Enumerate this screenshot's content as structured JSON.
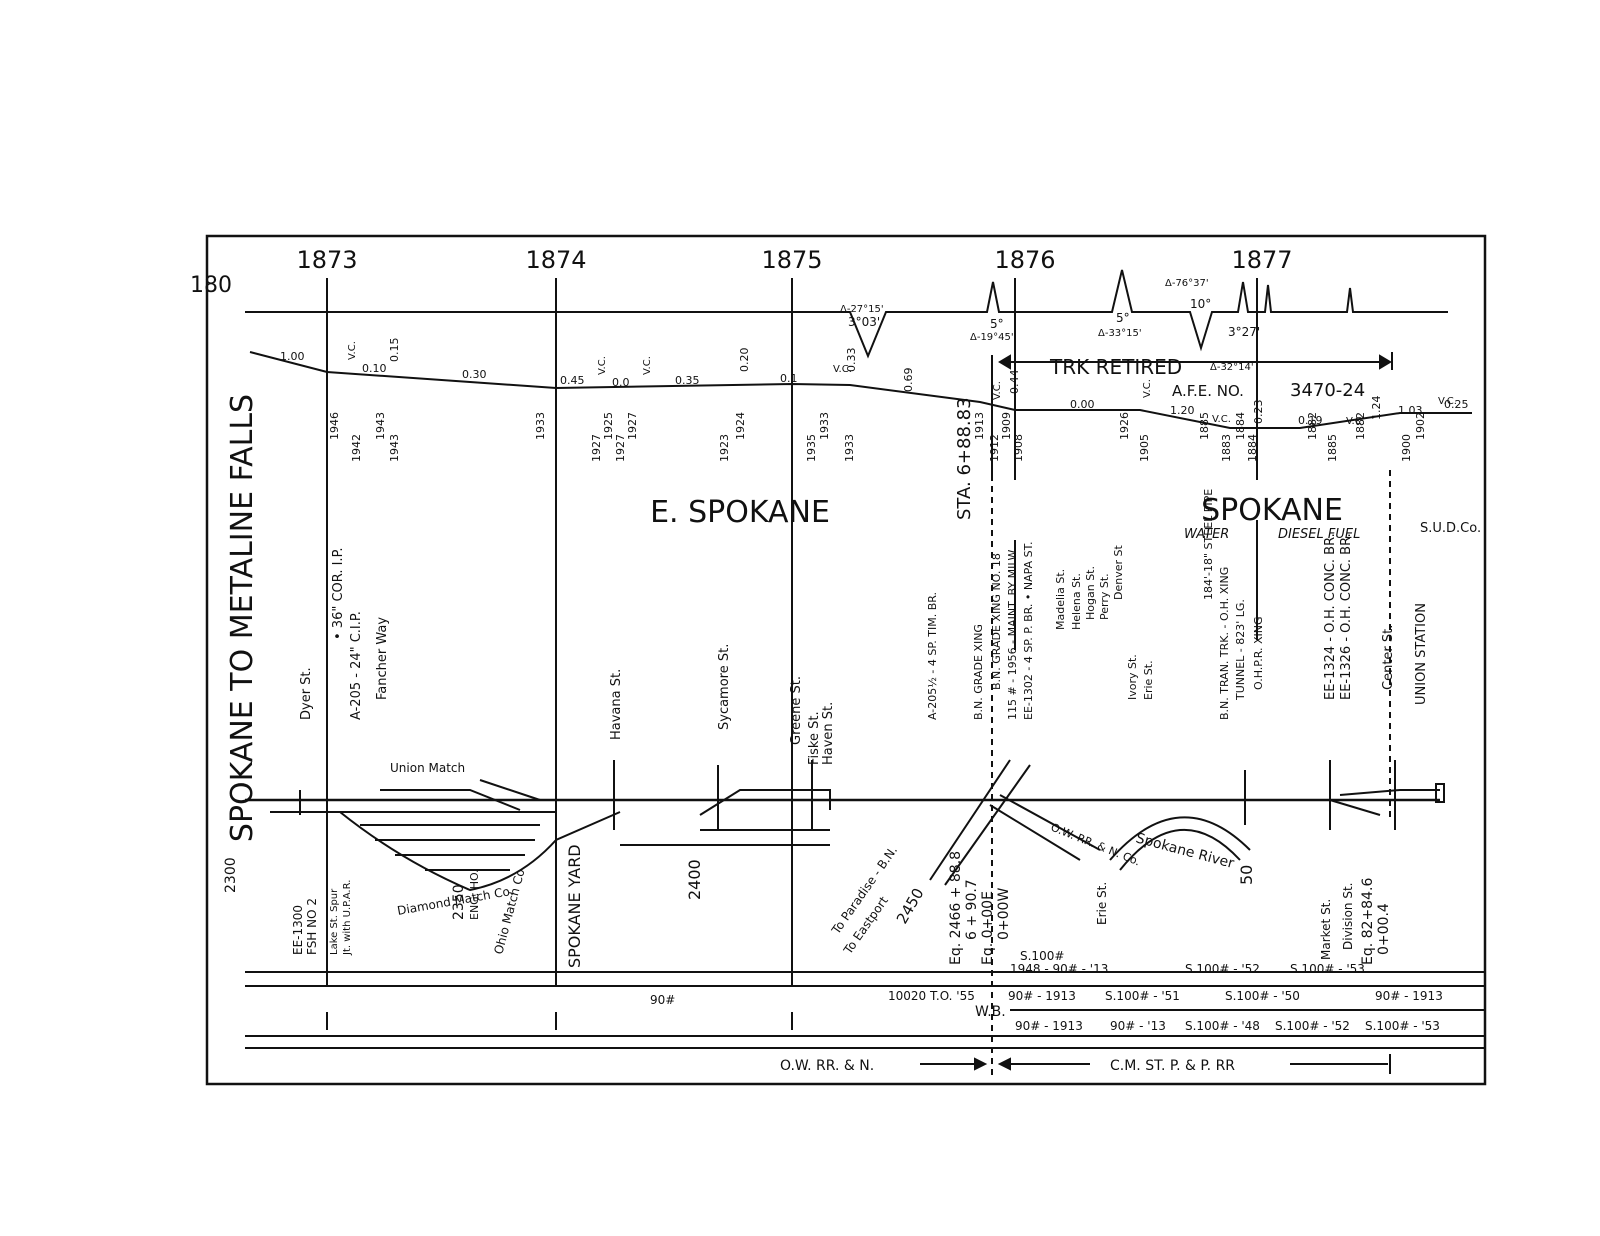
{
  "title": "SPOKANE TO METALINE FALLS",
  "stations": [
    "1873",
    "1874",
    "1875",
    "1876",
    "1877"
  ],
  "elevations": {
    "top_left": "180",
    "left": "2300",
    "yard": "2400",
    "mid": "2450",
    "tracks": "2350"
  },
  "places": {
    "east": "E. SPOKANE",
    "west": "SPOKANE"
  },
  "banner": {
    "retired": "TRK RETIRED",
    "afe_label": "A.F.E. NO.",
    "afe_number": "3470-24"
  },
  "utilities": {
    "water": "WATER",
    "diesel": "DIESEL FUEL",
    "sudco": "S.U.D.Co."
  },
  "curves": [
    {
      "delta": "Δ-27°15'",
      "deg": "3°03'"
    },
    {
      "delta": "Δ-19°45'",
      "deg": "5°"
    },
    {
      "delta": "Δ-33°15'",
      "deg": "5°"
    },
    {
      "delta": "Δ-76°37'",
      "deg": "10°"
    },
    {
      "delta": "Δ-32°14'",
      "deg": "3°27'"
    }
  ],
  "grades": [
    "1.00",
    "0.10",
    "0.15",
    "0.30",
    "0.45",
    "0.0",
    "0.35",
    "0.20",
    "0.1",
    "0.33",
    "0.69",
    "0.44",
    "0.00",
    "1.20",
    "0.23",
    "0.19",
    "1.24",
    "1.03",
    "0.25"
  ],
  "vc_label": "V.C.",
  "elev_points": [
    "1946",
    "1942",
    "1943",
    "1943",
    "1933",
    "1927",
    "1925",
    "1927",
    "1927",
    "1923",
    "1924",
    "1935",
    "1933",
    "1933",
    "1913",
    "1912",
    "1909",
    "1908",
    "1926",
    "1905",
    "1885",
    "1883",
    "1884",
    "1884",
    "1882",
    "1885",
    "1882",
    "1900",
    "1902"
  ],
  "streets": [
    "Dyer St.",
    "• 36\" COR. I.P.",
    "A-205 - 24\" C.I.P.",
    "Fancher Way",
    "Havana St.",
    "Sycamore St.",
    "Greene St.",
    "Fiske St.",
    "Haven St.",
    "A-205½ - 4 SP. TIM. BR.",
    "B.N. GRADE XING",
    "B.N. GRADE XING NO. 18",
    "115 # - 1956 - MAINT. BY MILW.",
    "EE-1302 - 4 SP. P. BR. • NAPA ST.",
    "Madelia St.",
    "Helena St.",
    "Hogan St.",
    "Perry St.",
    "Denver St",
    "Ivory St.",
    "Erie St.",
    "184'-18\" STEEL PIPE",
    "B.N. TRAN. TRK. - O.H. XING",
    "TUNNEL - 823' LG.",
    "O.H.P.R. XING",
    "EE-1324 - O.H. CONC. BR.",
    "EE-1326 - O.H. CONC. BR.",
    "Center St.",
    "UNION STATION"
  ],
  "lower_labels": {
    "union_match": "Union Match",
    "ee1300": "EE-1300",
    "fsh": "FSH NO 2",
    "lake_st": "Lake St. Spur",
    "jt_with": "Jt. with U.P.A.R.",
    "diamond": "Diamond Match Co.",
    "eng_ho": "ENG. HO.",
    "ohio": "Ohio Match Co",
    "yard": "SPOKANE YARD",
    "paradise": "To Paradise - B.N.",
    "eastport": "To Eastport",
    "eq1": "Eq. 2466 + 88.8",
    "eq1b": "6 + 90.7",
    "eq2": "Eq. 0+00E",
    "eq2b": "0+00W",
    "erie": "Erie St.",
    "owrr": "O.W. RR. & N. Co.",
    "river": "Spokane River",
    "fifty": "50",
    "market": "Market St.",
    "division": "Division St.",
    "eq3": "Eq. 82+84.6",
    "eq3b": "0+00.4",
    "station_marker": "STA. 6+88.83"
  },
  "rails": {
    "row1": [
      "S.100#",
      "1948 - 90# - '13",
      "S.100# - '52",
      "S.100# - '53"
    ],
    "row2": [
      "90#",
      "10020 T.O. '55",
      "90# - 1913",
      "S.100# - '51",
      "S.100# - '50",
      "90# - 1913"
    ],
    "wb": "W.B.",
    "row3": [
      "90# - 1913",
      "90# - '13",
      "S.100# - '48",
      "S.100# - '52",
      "S.100# - '53"
    ]
  },
  "railroads": {
    "left": "O.W. RR. & N.",
    "right": "C.M. ST. P. & P. RR"
  }
}
